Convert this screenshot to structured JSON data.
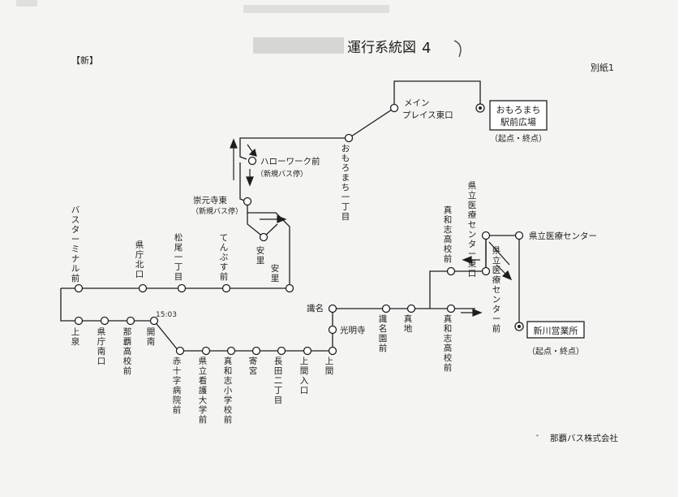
{
  "header": {
    "title": "運行系統図",
    "number": "4",
    "tag": "【新】",
    "attachment": "別紙1"
  },
  "terminals": [
    {
      "id": "omoromachi",
      "lines": [
        "おもろまち",
        "駅前広場"
      ],
      "note": "（起点・終点）"
    },
    {
      "id": "shinkawa",
      "lines": [
        "新川営業所"
      ],
      "note": "（起点・終点）"
    }
  ],
  "stops": {
    "main_place": [
      "メイン",
      "プレイス東口"
    ],
    "omoromachi1": "おもろまち一丁目",
    "hellowork": "ハローワーク前",
    "hellowork_note": "（新規バス停）",
    "sogenji": "崇元寺東",
    "sogenji_note": "（新規バス停）",
    "tenbusu": "てんぶす前",
    "asato_a": "安里",
    "asato_b": "安里",
    "matsuo": "松尾一丁目",
    "kencho_kita": "県庁北口",
    "bus_terminal": "バスターミナル前",
    "kamiizumi": "上泉",
    "kencho_minami": "県庁南口",
    "naha_hs": "那覇高校前",
    "kainan": "開南",
    "sekijuji": "赤十字病院前",
    "kango": "県立看護大学前",
    "mawashi_es": "真和志小学校前",
    "yorimiya": "寄宮",
    "nagata": "長田二丁目",
    "uema_iriguchi": "上間入口",
    "uema": "上間",
    "komyoji": "光明寺",
    "shikina": "識名",
    "shikina_en": "識名園前",
    "maaji": "真地",
    "mawashi_hs": "真和志高校前",
    "mawashi_hs_n": "真和志高校前",
    "hospital_east": "県立医療センター東口",
    "hospital": "県立医療センター",
    "hospital_front": "県立医療センター前"
  },
  "handwritten_note": "15:03",
  "footer": {
    "company": "那覇バス株式会社"
  },
  "colors": {
    "ink": "#1e1e1e",
    "paper": "#f4f4f2"
  }
}
